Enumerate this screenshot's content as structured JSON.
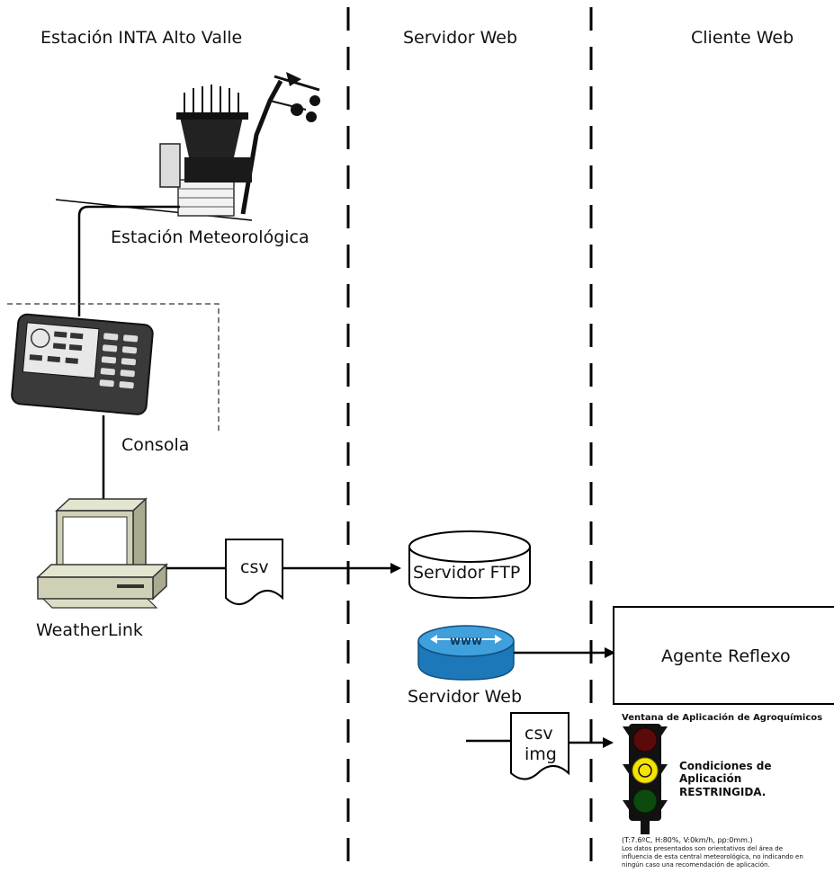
{
  "columns": {
    "station": "Estación INTA Alto Valle",
    "server": "Servidor Web",
    "client": "Cliente Web"
  },
  "nodes": {
    "weather_station": "Estación Meteorológica",
    "console": "Consola",
    "weatherlink": "WeatherLink",
    "doc1": "csv",
    "ftp_server": "Servidor FTP",
    "www_badge": "www",
    "web_server": "Servidor Web",
    "agent": "Agente Reflexo",
    "doc2_line1": "csv",
    "doc2_line2": "img"
  },
  "traffic_panel": {
    "title": "Ventana de Aplicación de Agroquímicos",
    "status_line1": "Condiciones de",
    "status_line2": "Aplicación",
    "status_line3": "RESTRINGIDA.",
    "reading": "(T:7.6ºC, H:80%, V:0km/h, pp:0mm.)",
    "disclaimer_line1": "Los datos presentados son orientativos del área de",
    "disclaimer_line2": "influencia de esta central meteorológica, no indicando en",
    "disclaimer_line3": "ningún caso una recomendación de aplicación.",
    "active_light": "yellow"
  },
  "colors": {
    "line": "#000000",
    "monitor_body": "#cfd0b5",
    "server_blue": "#2f8fd0",
    "traffic_yellow": "#f5e400",
    "traffic_red_dim": "#5a0a0a",
    "traffic_green_dim": "#0d4a0d"
  }
}
